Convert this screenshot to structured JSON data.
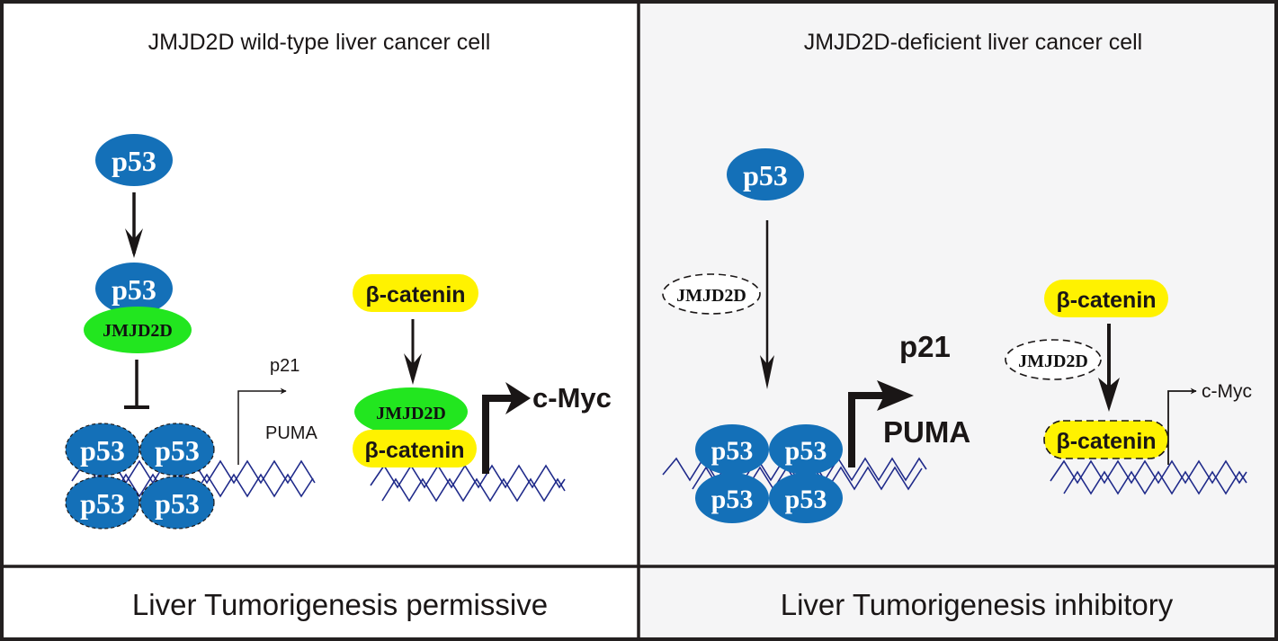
{
  "colors": {
    "p53": "#1470b8",
    "jmjd2d": "#22e61f",
    "beta_catenin": "#fff200",
    "dna": "#1f2a8a",
    "border": "#231f1f",
    "left_bg": "#ffffff",
    "right_bg": "#f5f5f6"
  },
  "left_panel": {
    "title": "JMJD2D wild-type liver cancer cell",
    "p53_top": "p53",
    "p53_bound": "p53",
    "jmjd2d_bound": "JMJD2D",
    "p53_tetramer": [
      "p53",
      "p53",
      "p53",
      "p53"
    ],
    "p21_label": "p21",
    "puma_label": "PUMA",
    "bcat_top": "β-catenin",
    "jmjd2d_complex": "JMJD2D",
    "bcat_bound": "β-catenin",
    "cmyc_label": "c-Myc",
    "outcome": "Liver Tumorigenesis permissive"
  },
  "right_panel": {
    "title": "JMJD2D-deficient liver cancer cell",
    "p53_top": "p53",
    "jmjd2d_absent_1": "JMJD2D",
    "p53_tetramer": [
      "p53",
      "p53",
      "p53",
      "p53"
    ],
    "p21_label": "p21",
    "puma_label": "PUMA",
    "bcat_top": "β-catenin",
    "jmjd2d_absent_2": "JMJD2D",
    "bcat_bound": "β-catenin",
    "cmyc_label": "c-Myc",
    "outcome": "Liver Tumorigenesis inhibitory"
  }
}
